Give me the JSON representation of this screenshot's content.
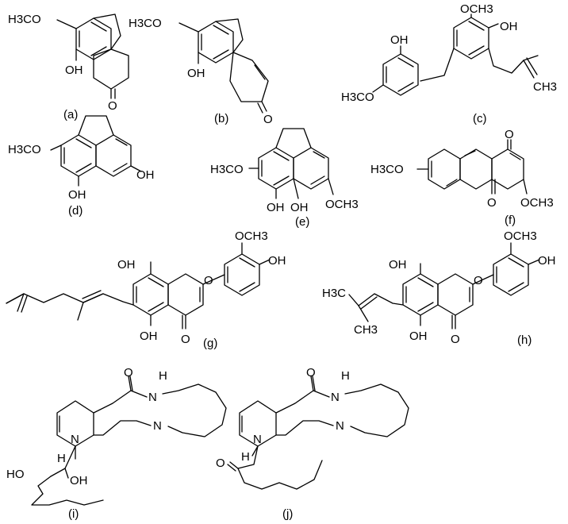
{
  "molecules": {
    "a": {
      "caption": "(a)",
      "labels": [
        "H3CO",
        "OH",
        "O"
      ]
    },
    "b": {
      "caption": "(b)",
      "labels": [
        "H3CO",
        "OH",
        "O"
      ]
    },
    "c": {
      "caption": "(c)",
      "labels": [
        "OCH3",
        "OH",
        "OH",
        "CH3",
        "H3CO"
      ]
    },
    "d": {
      "caption": "(d)",
      "labels": [
        "H3CO",
        "OH",
        "OH"
      ]
    },
    "e": {
      "caption": "(e)",
      "labels": [
        "H3CO",
        "OH",
        "OH",
        "OCH3"
      ]
    },
    "f": {
      "caption": "(f)",
      "labels": [
        "O",
        "H3CO",
        "O",
        "OCH3"
      ]
    },
    "g": {
      "caption": "(g)",
      "labels": [
        "OCH3",
        "OH",
        "OH",
        "O",
        "OH",
        "O"
      ]
    },
    "h": {
      "caption": "(h)",
      "labels": [
        "OCH3",
        "OH",
        "OH",
        "O",
        "H3C",
        "CH3",
        "OH",
        "O"
      ]
    },
    "i": {
      "caption": "(i)",
      "labels": [
        "O",
        "H",
        "N",
        "N",
        "N",
        "H",
        "HO",
        "OH"
      ]
    },
    "j": {
      "caption": "(j)",
      "labels": [
        "O",
        "H",
        "N",
        "N",
        "N",
        "H",
        "O"
      ]
    }
  }
}
